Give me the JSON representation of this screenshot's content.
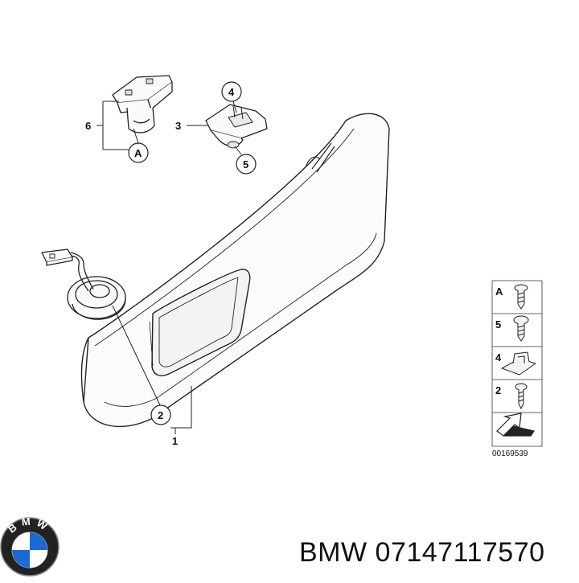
{
  "callouts": {
    "c1": "1",
    "c2": "2",
    "c3": "3",
    "c4": "4",
    "c5": "5",
    "c6": "6",
    "cA": "A"
  },
  "legend": {
    "items": [
      {
        "label": "A",
        "icon": "screw-icon"
      },
      {
        "label": "5",
        "icon": "screw-icon"
      },
      {
        "label": "4",
        "icon": "clip-icon"
      },
      {
        "label": "2",
        "icon": "screw-icon"
      }
    ],
    "reference": "00169539"
  },
  "brand": {
    "logo_letters": "BMW",
    "logo_blue": "#1c69d4"
  },
  "caption": {
    "text": "BMW 07147117570"
  }
}
